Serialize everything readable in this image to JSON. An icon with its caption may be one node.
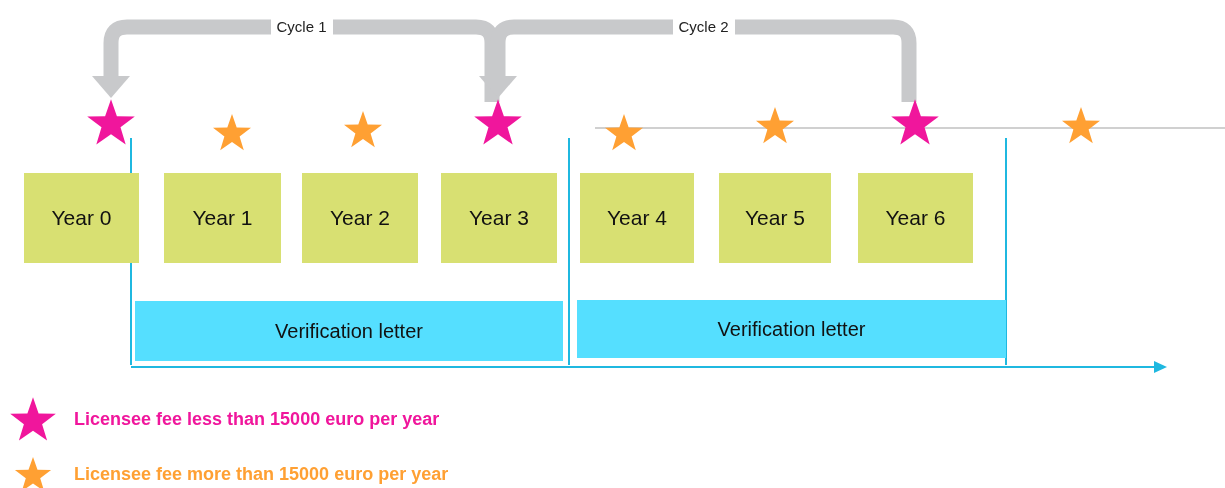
{
  "diagram": {
    "nodes": [
      {
        "text": [],
        "shape": "star"
      },
      {
        "text": [],
        "shape": "star"
      },
      {
        "text": [],
        "shape": "star"
      },
      {
        "text": [],
        "shape": "star"
      },
      {
        "text": [],
        "shape": "star"
      },
      {
        "text": [],
        "shape": "star"
      },
      {
        "text": [],
        "shape": "star"
      },
      {
        "text": [],
        "shape": "star"
      },
      {
        "text": [
          "Year 0"
        ]
      },
      {
        "text": [
          "Year 1"
        ]
      },
      {
        "text": [
          "Year 2"
        ]
      },
      {
        "text": [
          "Year 3"
        ]
      },
      {
        "text": [
          "Year 4"
        ]
      },
      {
        "text": [
          "Year 5"
        ]
      },
      {
        "text": [
          "Year 6"
        ]
      },
      {
        "text": [
          "Verification letter"
        ]
      },
      {
        "text": [
          "Verification letter"
        ]
      }
    ],
    "edges": [
      {
        "from": 3,
        "to": 0,
        "arrow": "to",
        "label": "Cycle 1"
      },
      {
        "from": 6,
        "to": 3,
        "arrow": "to",
        "label": "Cycle 2"
      }
    ],
    "legend": [
      {
        "text": "Licensee fee less than 15000 euro per year"
      },
      {
        "text": "Licensee fee more than 15000 euro per year"
      }
    ]
  }
}
